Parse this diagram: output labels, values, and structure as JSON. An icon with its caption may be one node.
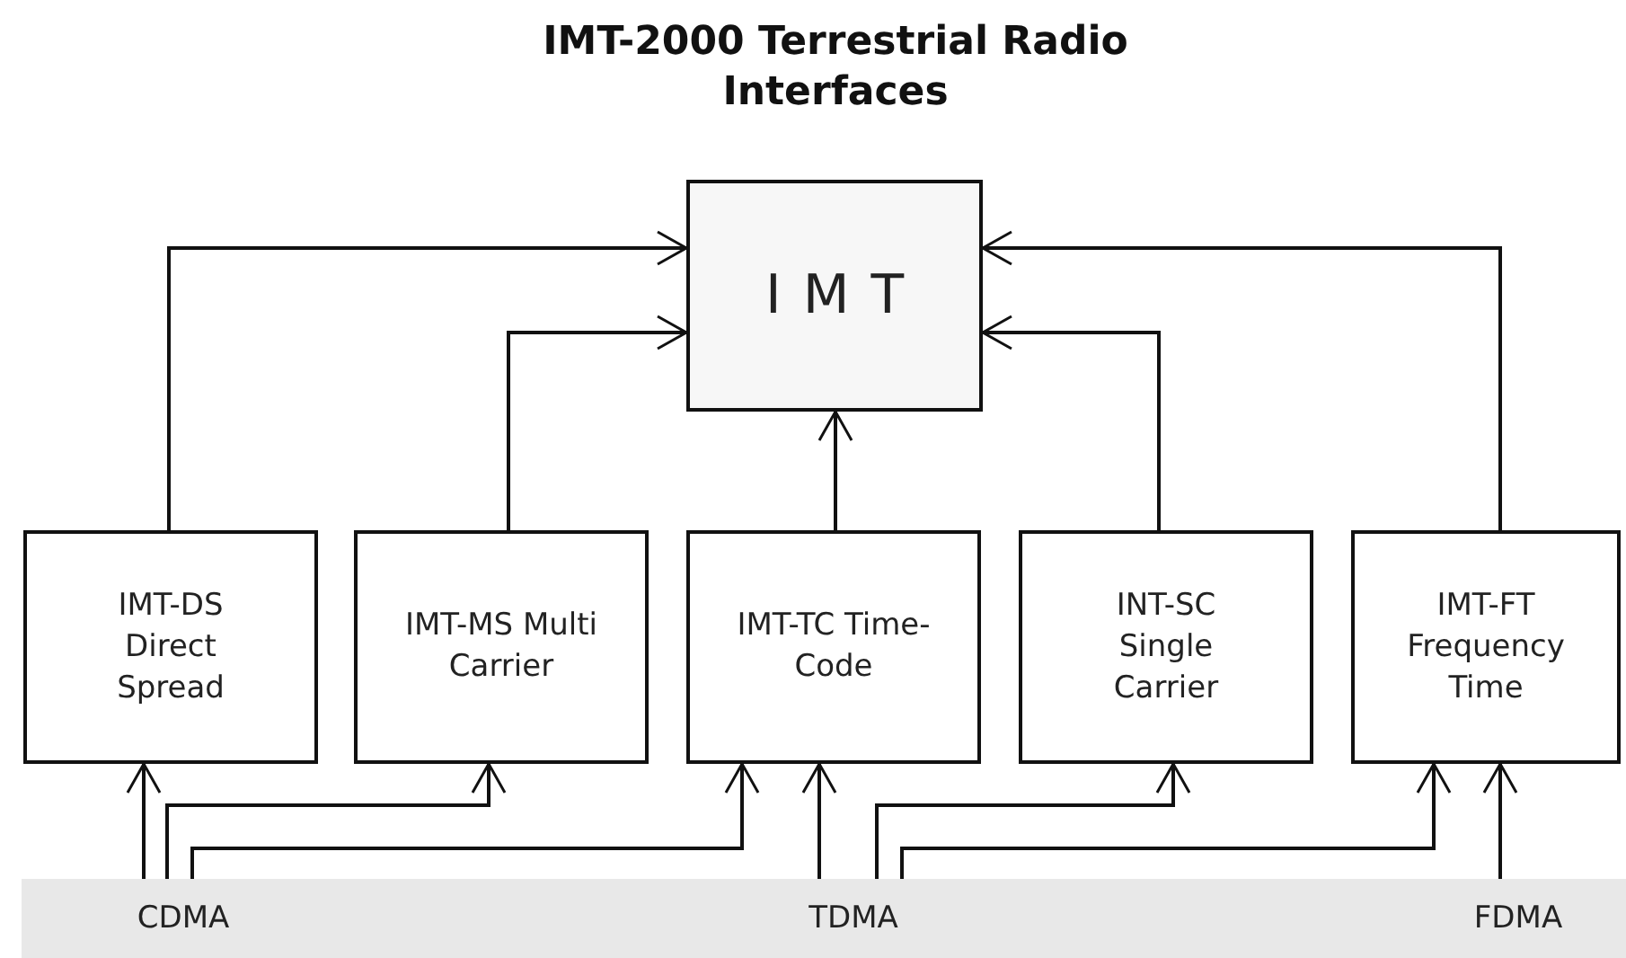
{
  "diagram": {
    "title": "IMT-2000 Terrestrial Radio Interfaces",
    "nodes": [
      {
        "text": [
          "IMT"
        ]
      },
      {
        "text": [
          "IMT-DS Direct Spread"
        ]
      },
      {
        "text": [
          "IMT-MS Multi Carrier"
        ]
      },
      {
        "text": [
          "IMT-TC Time-Code"
        ]
      },
      {
        "text": [
          "INT-SC Single Carrier"
        ]
      },
      {
        "text": [
          "IMT-FT Frequency Time"
        ]
      },
      {
        "text": [],
        "shape": "bar"
      },
      {
        "text": [
          "CDMA"
        ],
        "in": 6
      },
      {
        "text": [
          "TDMA"
        ],
        "in": 6
      },
      {
        "text": [
          "FDMA"
        ],
        "in": 6
      }
    ],
    "edges": [
      {
        "from": 1,
        "to": 0,
        "arrow": "to"
      },
      {
        "from": 2,
        "to": 0,
        "arrow": "to"
      },
      {
        "from": 3,
        "to": 0,
        "arrow": "to"
      },
      {
        "from": 4,
        "to": 0,
        "arrow": "to"
      },
      {
        "from": 5,
        "to": 0,
        "arrow": "to"
      },
      {
        "from": 7,
        "to": 1,
        "arrow": "to"
      },
      {
        "from": 7,
        "to": 2,
        "arrow": "to"
      },
      {
        "from": 7,
        "to": 3,
        "arrow": "to"
      },
      {
        "from": 8,
        "to": 3,
        "arrow": "to"
      },
      {
        "from": 8,
        "to": 4,
        "arrow": "to"
      },
      {
        "from": 8,
        "to": 5,
        "arrow": "to"
      },
      {
        "from": 9,
        "to": 5,
        "arrow": "to"
      }
    ]
  }
}
